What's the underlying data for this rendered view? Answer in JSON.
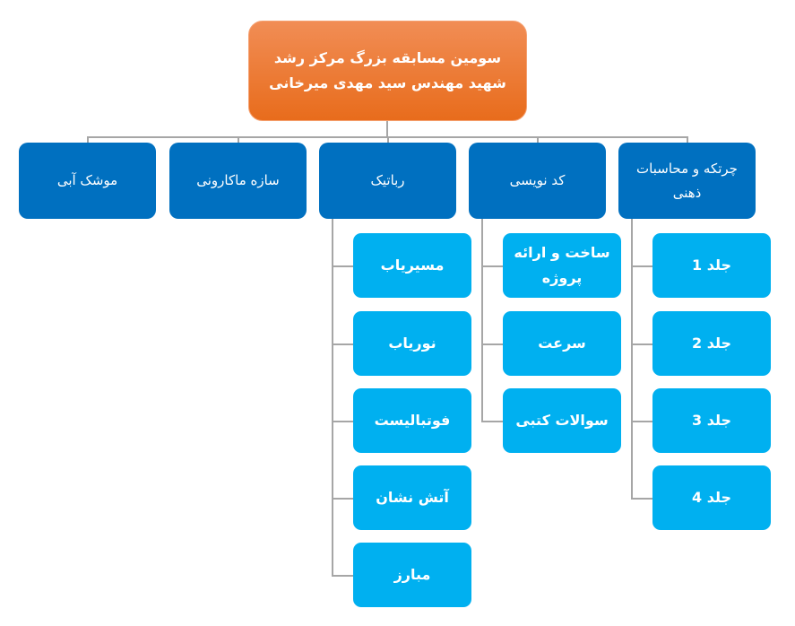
{
  "root": {
    "title": "سومین مسابقه بزرگ مرکز رشد شهید مهندس سید مهدی میرخانی"
  },
  "categories": [
    {
      "label": "موشک آبی",
      "children": []
    },
    {
      "label": "سازه ماکارونی",
      "children": []
    },
    {
      "label": "رباتیک",
      "children": [
        "مسیریاب",
        "نوریاب",
        "فوتبالیست",
        "آتش نشان",
        "مبارز"
      ]
    },
    {
      "label": "کد نویسی",
      "children": [
        "ساخت و ارائه پروژه",
        "سرعت",
        "سوالات کتبی"
      ]
    },
    {
      "label": "چرتکه و محاسبات ذهنی",
      "children": [
        "جلد 1",
        "جلد 2",
        "جلد 3",
        "جلد 4"
      ]
    }
  ],
  "colors": {
    "root": "#ee7a30",
    "category": "#0070c0",
    "item": "#00b0f0",
    "line": "#a6a6a6"
  }
}
